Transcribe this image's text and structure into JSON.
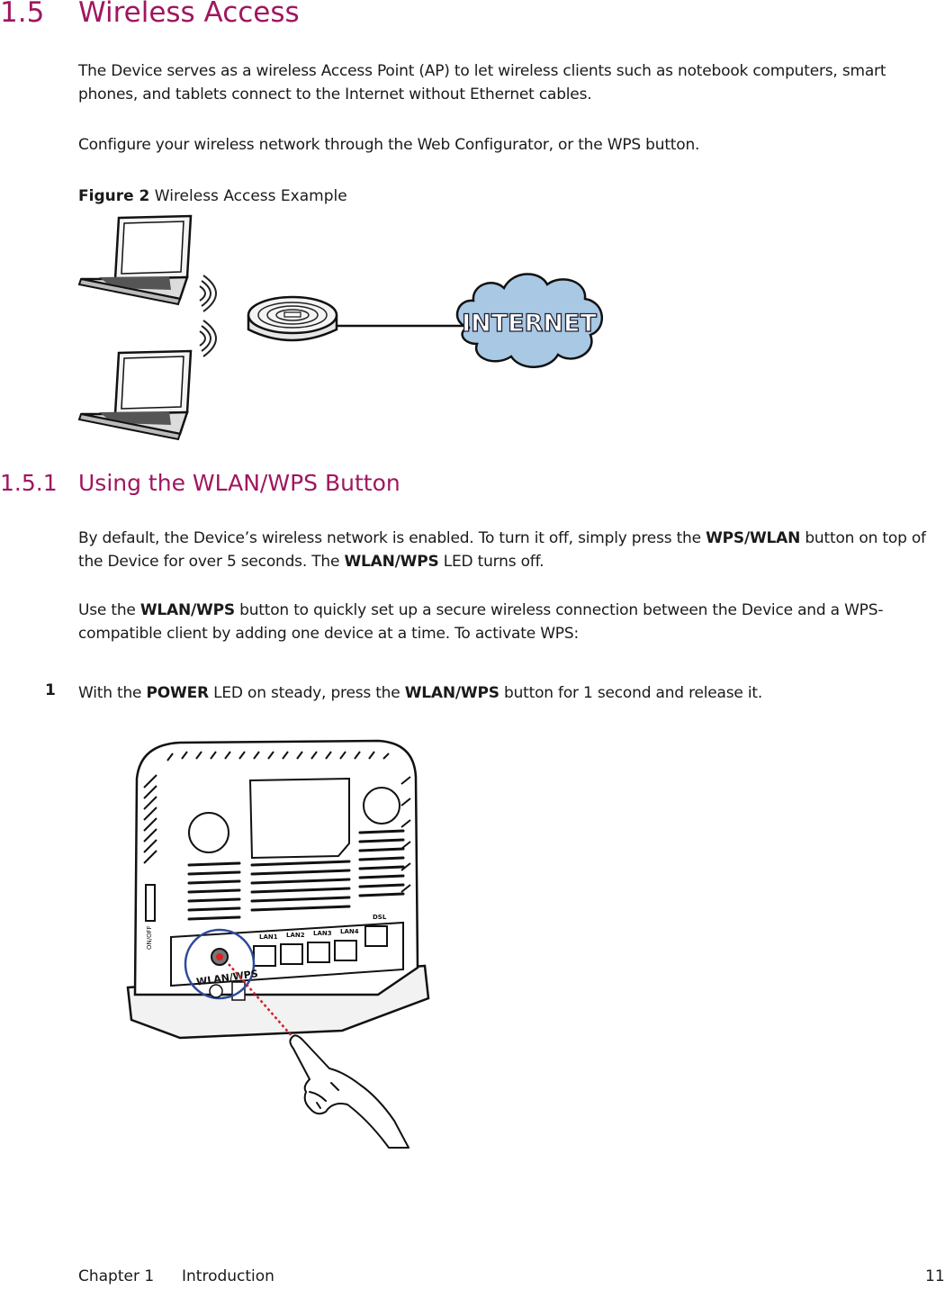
{
  "section": {
    "number": "1.5",
    "title": "Wireless Access",
    "para1": "The Device serves as a wireless Access Point (AP) to let wireless clients such as notebook computers, smart phones, and tablets connect to the Internet without Ethernet cables.",
    "para2": "Configure your wireless network through the Web Configurator, or the WPS button."
  },
  "figure": {
    "label": "Figure 2",
    "title": "Wireless Access Example",
    "cloud_text": "INTERNET"
  },
  "subsection": {
    "number": "1.5.1",
    "title": "Using the WLAN/WPS Button",
    "para1": {
      "a": "By default, the Device’s wireless network is enabled. To turn it off, simply press the ",
      "b": "WPS/WLAN",
      "c": " button on top of the Device for over 5 seconds. The ",
      "d": "WLAN/WPS",
      "e": " LED turns off."
    },
    "para2": {
      "a": "Use the ",
      "b": "WLAN/WPS",
      "c": " button to quickly set up a secure wireless connection between the Device and a WPS-compatible client by adding one device at a time. To activate WPS:"
    },
    "step": {
      "number": "1",
      "a": "With the ",
      "b": "POWER",
      "c": " LED on steady, press the ",
      "d": "WLAN/WPS",
      "e": " button for 1 second and release it."
    }
  },
  "device_illustration": {
    "ports": [
      "LAN1",
      "LAN2",
      "LAN3",
      "LAN4",
      "DSL"
    ],
    "button_label": "WLAN/WPS",
    "side_label": "ON/OFF"
  },
  "footer": {
    "chapter": "Chapter 1",
    "chapter_title": "Introduction",
    "page": "11"
  },
  "colors": {
    "heading": "#a0165f",
    "cloud_fill": "#a8c8e4",
    "highlight_circle": "#2b4a9a",
    "pointer_line": "#d0202a"
  }
}
